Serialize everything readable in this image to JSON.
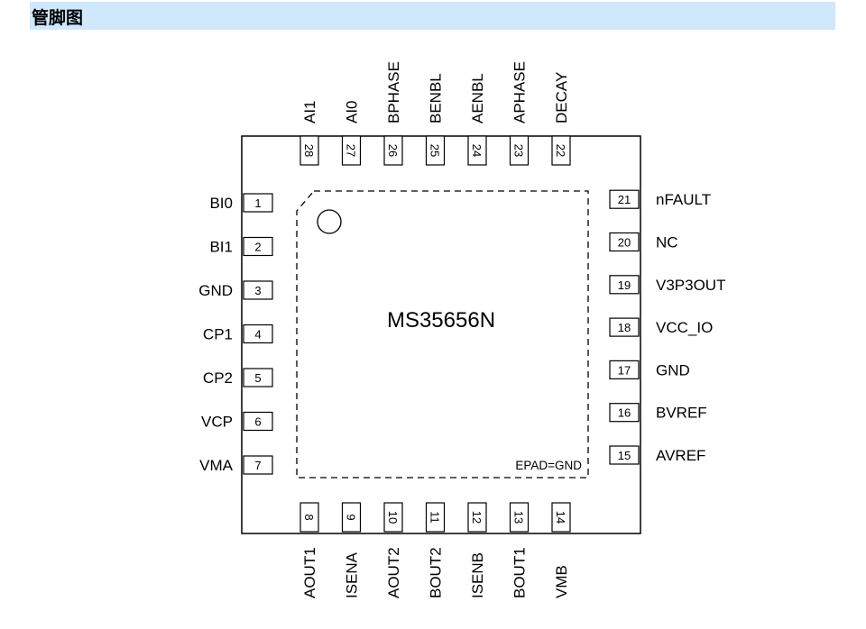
{
  "header": {
    "title": "管脚图"
  },
  "chip": {
    "part_number": "MS35656N",
    "epad_label": "EPAD=GND"
  },
  "pins": {
    "left": [
      {
        "num": "1",
        "name": "BI0"
      },
      {
        "num": "2",
        "name": "BI1"
      },
      {
        "num": "3",
        "name": "GND"
      },
      {
        "num": "4",
        "name": "CP1"
      },
      {
        "num": "5",
        "name": "CP2"
      },
      {
        "num": "6",
        "name": "VCP"
      },
      {
        "num": "7",
        "name": "VMA"
      }
    ],
    "bottom": [
      {
        "num": "8",
        "name": "AOUT1"
      },
      {
        "num": "9",
        "name": "ISENA"
      },
      {
        "num": "10",
        "name": "AOUT2"
      },
      {
        "num": "11",
        "name": "BOUT2"
      },
      {
        "num": "12",
        "name": "ISENB"
      },
      {
        "num": "13",
        "name": "BOUT1"
      },
      {
        "num": "14",
        "name": "VMB"
      }
    ],
    "right": [
      {
        "num": "15",
        "name": "AVREF"
      },
      {
        "num": "16",
        "name": "BVREF"
      },
      {
        "num": "17",
        "name": "GND"
      },
      {
        "num": "18",
        "name": "VCC_IO"
      },
      {
        "num": "19",
        "name": "V3P3OUT"
      },
      {
        "num": "20",
        "name": "NC"
      },
      {
        "num": "21",
        "name": "nFAULT"
      }
    ],
    "top": [
      {
        "num": "22",
        "name": "DECAY"
      },
      {
        "num": "23",
        "name": "APHASE"
      },
      {
        "num": "24",
        "name": "AENBL"
      },
      {
        "num": "25",
        "name": "BENBL"
      },
      {
        "num": "26",
        "name": "BPHASE"
      },
      {
        "num": "27",
        "name": "AI0"
      },
      {
        "num": "28",
        "name": "AI1"
      }
    ]
  }
}
